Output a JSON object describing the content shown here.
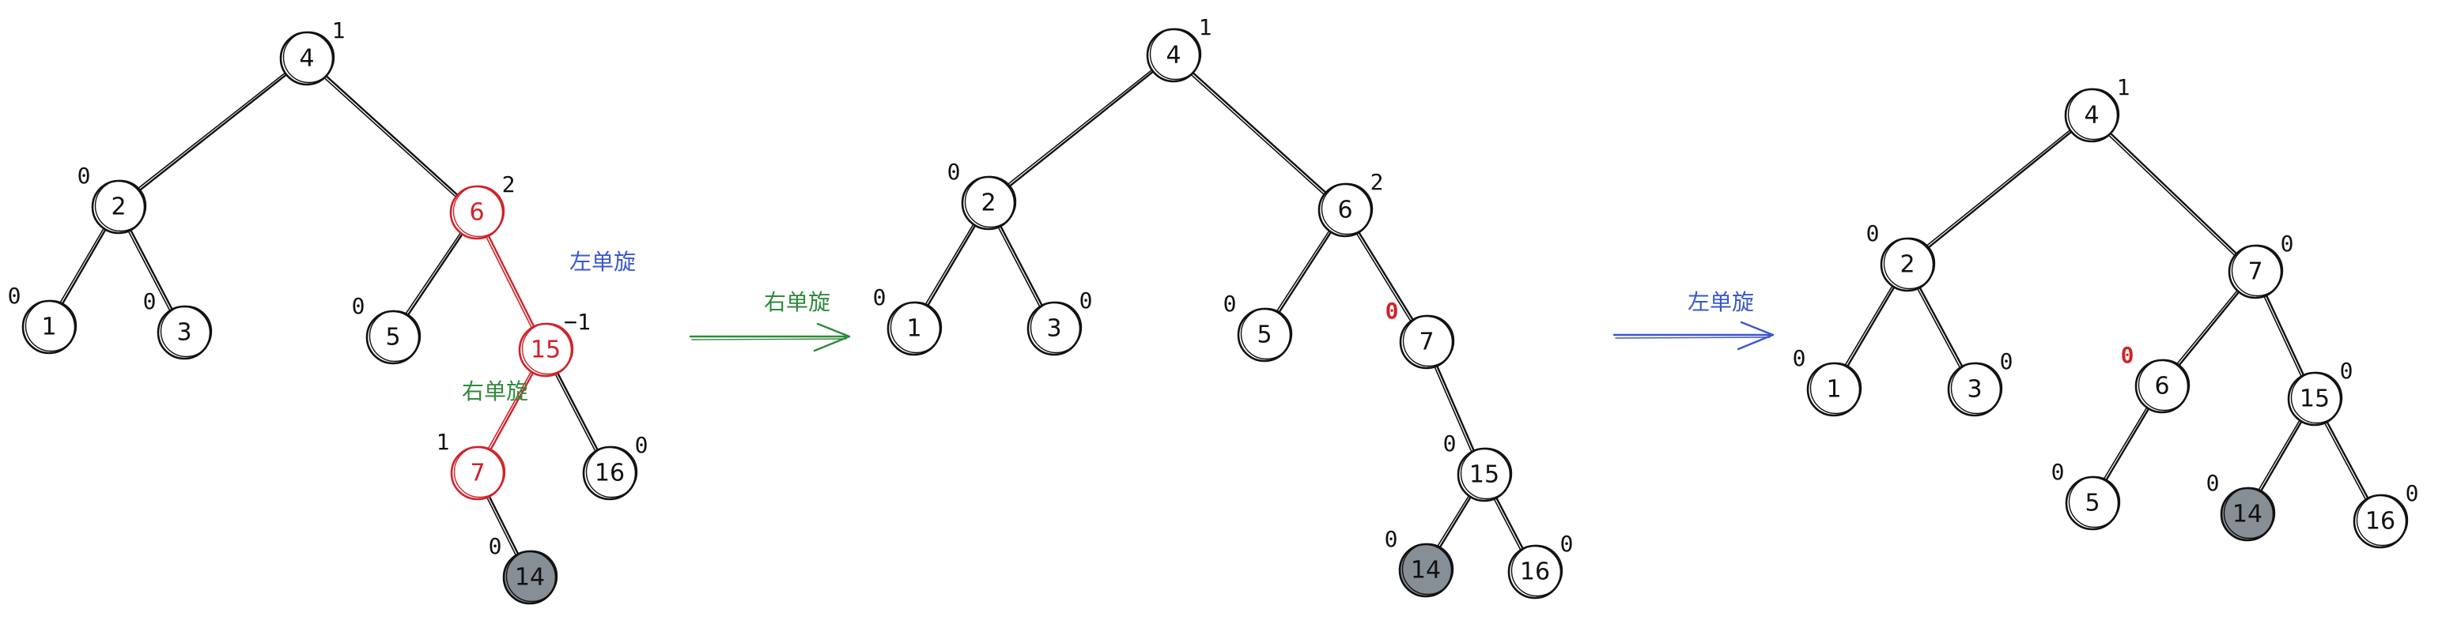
{
  "colors": {
    "ink": "#111111",
    "highlight": "#d0232a",
    "right_rotation": "#2f8a3a",
    "left_rotation": "#3a57cf",
    "inserted_fill": "#868e96",
    "background": "#ffffff"
  },
  "trees": [
    {
      "nodes": [
        {
          "id": "4",
          "label": "4",
          "bf": "1",
          "color": "ink"
        },
        {
          "id": "2",
          "label": "2",
          "bf": "0",
          "color": "ink"
        },
        {
          "id": "6",
          "label": "6",
          "bf": "2",
          "color": "highlight"
        },
        {
          "id": "1",
          "label": "1",
          "bf": "0",
          "color": "ink"
        },
        {
          "id": "3",
          "label": "3",
          "bf": "0",
          "color": "ink"
        },
        {
          "id": "5",
          "label": "5",
          "bf": "0",
          "color": "ink"
        },
        {
          "id": "15",
          "label": "15",
          "bf": "−1",
          "color": "highlight"
        },
        {
          "id": "7",
          "label": "7",
          "bf": "1",
          "color": "highlight"
        },
        {
          "id": "16",
          "label": "16",
          "bf": "0",
          "color": "ink"
        },
        {
          "id": "14",
          "label": "14",
          "bf": "0",
          "color": "ink",
          "filled": true
        }
      ],
      "edges": [
        [
          "4",
          "2",
          "ink"
        ],
        [
          "4",
          "6",
          "ink"
        ],
        [
          "2",
          "1",
          "ink"
        ],
        [
          "2",
          "3",
          "ink"
        ],
        [
          "6",
          "5",
          "ink"
        ],
        [
          "6",
          "15",
          "highlight"
        ],
        [
          "15",
          "7",
          "highlight"
        ],
        [
          "15",
          "16",
          "ink"
        ],
        [
          "7",
          "14",
          "ink"
        ]
      ],
      "annotations": [
        {
          "text": "左单旋",
          "color": "left_rotation"
        },
        {
          "text": "右单旋",
          "color": "right_rotation"
        }
      ]
    },
    {
      "nodes": [
        {
          "id": "4",
          "label": "4",
          "bf": "1",
          "color": "ink"
        },
        {
          "id": "2",
          "label": "2",
          "bf": "0",
          "color": "ink"
        },
        {
          "id": "6",
          "label": "6",
          "bf": "2",
          "color": "ink"
        },
        {
          "id": "1",
          "label": "1",
          "bf": "0",
          "color": "ink"
        },
        {
          "id": "3",
          "label": "3",
          "bf": "0",
          "color": "ink"
        },
        {
          "id": "5",
          "label": "5",
          "bf": "0",
          "color": "ink"
        },
        {
          "id": "7",
          "label": "7",
          "bf": "0",
          "color": "ink",
          "bf_color": "highlight"
        },
        {
          "id": "15",
          "label": "15",
          "bf": "0",
          "color": "ink"
        },
        {
          "id": "14",
          "label": "14",
          "bf": "0",
          "color": "ink",
          "filled": true
        },
        {
          "id": "16",
          "label": "16",
          "bf": "0",
          "color": "ink"
        }
      ],
      "edges": [
        [
          "4",
          "2",
          "ink"
        ],
        [
          "4",
          "6",
          "ink"
        ],
        [
          "2",
          "1",
          "ink"
        ],
        [
          "2",
          "3",
          "ink"
        ],
        [
          "6",
          "5",
          "ink"
        ],
        [
          "6",
          "7",
          "ink"
        ],
        [
          "7",
          "15",
          "ink"
        ],
        [
          "15",
          "14",
          "ink"
        ],
        [
          "15",
          "16",
          "ink"
        ]
      ],
      "annotations": []
    },
    {
      "nodes": [
        {
          "id": "4",
          "label": "4",
          "bf": "1",
          "color": "ink"
        },
        {
          "id": "2",
          "label": "2",
          "bf": "0",
          "color": "ink"
        },
        {
          "id": "7",
          "label": "7",
          "bf": "0",
          "color": "ink"
        },
        {
          "id": "1",
          "label": "1",
          "bf": "0",
          "color": "ink"
        },
        {
          "id": "3",
          "label": "3",
          "bf": "0",
          "color": "ink"
        },
        {
          "id": "6",
          "label": "6",
          "bf": "0",
          "color": "ink",
          "bf_color": "highlight"
        },
        {
          "id": "15",
          "label": "15",
          "bf": "0",
          "color": "ink"
        },
        {
          "id": "5",
          "label": "5",
          "bf": "0",
          "color": "ink"
        },
        {
          "id": "14",
          "label": "14",
          "bf": "0",
          "color": "ink",
          "filled": true
        },
        {
          "id": "16",
          "label": "16",
          "bf": "0",
          "color": "ink"
        }
      ],
      "edges": [
        [
          "4",
          "2",
          "ink"
        ],
        [
          "4",
          "7",
          "ink"
        ],
        [
          "2",
          "1",
          "ink"
        ],
        [
          "2",
          "3",
          "ink"
        ],
        [
          "7",
          "6",
          "ink"
        ],
        [
          "7",
          "15",
          "ink"
        ],
        [
          "6",
          "5",
          "ink"
        ],
        [
          "15",
          "14",
          "ink"
        ],
        [
          "15",
          "16",
          "ink"
        ]
      ],
      "annotations": []
    }
  ],
  "transitions": [
    {
      "label": "右单旋",
      "color": "right_rotation"
    },
    {
      "label": "左单旋",
      "color": "left_rotation"
    }
  ]
}
